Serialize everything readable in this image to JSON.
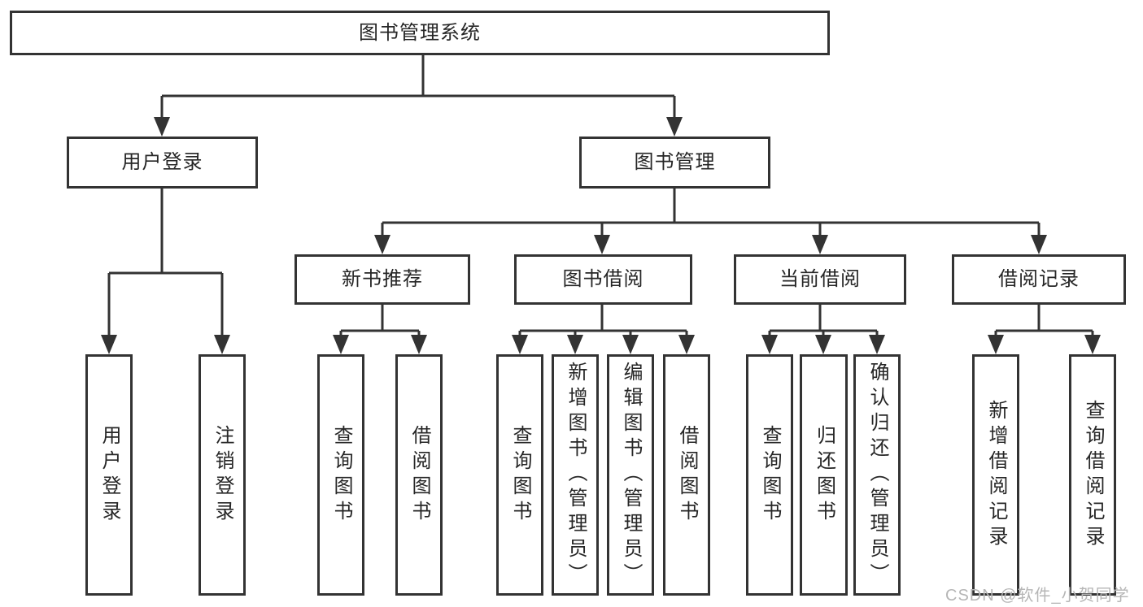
{
  "tree": {
    "root": {
      "label": "图书管理系统",
      "children": [
        {
          "label": "用户登录",
          "children": [
            {
              "label": "用户登录"
            },
            {
              "label": "注销登录"
            }
          ]
        },
        {
          "label": "图书管理",
          "children": [
            {
              "label": "新书推荐",
              "children": [
                {
                  "label": "查询图书"
                },
                {
                  "label": "借阅图书"
                }
              ]
            },
            {
              "label": "图书借阅",
              "children": [
                {
                  "label": "查询图书"
                },
                {
                  "label": "新增图书（管理员）"
                },
                {
                  "label": "编辑图书（管理员）"
                },
                {
                  "label": "借阅图书"
                }
              ]
            },
            {
              "label": "当前借阅",
              "children": [
                {
                  "label": "查询图书"
                },
                {
                  "label": "归还图书"
                },
                {
                  "label": "确认归还（管理员）"
                }
              ]
            },
            {
              "label": "借阅记录",
              "children": [
                {
                  "label": "新增借阅记录"
                },
                {
                  "label": "查询借阅记录"
                }
              ]
            }
          ]
        }
      ]
    }
  },
  "watermark": {
    "text": "CSDN @软件_小贺同学"
  },
  "colors": {
    "line": "#333333",
    "text": "#262626",
    "box_background": "#ffffff",
    "watermark": "#b6b6b6",
    "page_background": "#ffffff"
  }
}
